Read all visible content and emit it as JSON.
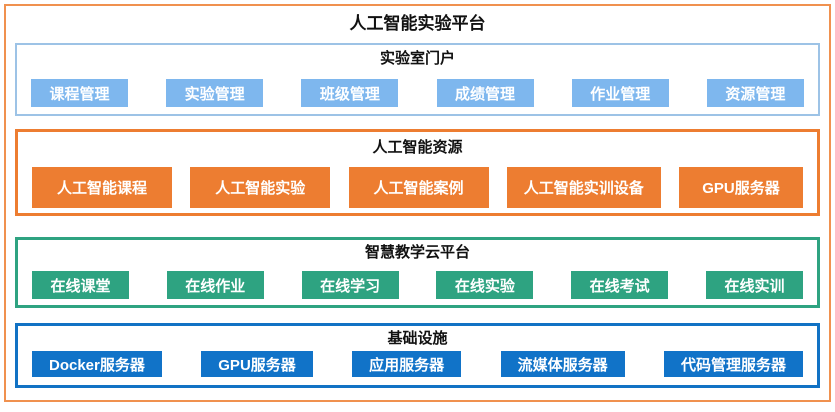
{
  "page": {
    "title": "人工智能实验平台"
  },
  "colors": {
    "outer_border": "#F0914F"
  },
  "sections": [
    {
      "title": "实验室门户",
      "border_color": "#9DC3E6",
      "button_color": "#7EB7EE",
      "items": [
        "课程管理",
        "实验管理",
        "班级管理",
        "成绩管理",
        "作业管理",
        "资源管理"
      ]
    },
    {
      "title": "人工智能资源",
      "border_color": "#ED7D31",
      "button_color": "#ED7D31",
      "items": [
        "人工智能课程",
        "人工智能实验",
        "人工智能案例",
        "人工智能实训设备",
        "GPU服务器"
      ]
    },
    {
      "title": "智慧教学云平台",
      "border_color": "#2EA381",
      "button_color": "#2EA381",
      "items": [
        "在线课堂",
        "在线作业",
        "在线学习",
        "在线实验",
        "在线考试",
        "在线实训"
      ]
    },
    {
      "title": "基础设施",
      "border_color": "#1172C4",
      "button_color": "#1173C8",
      "items": [
        "Docker服务器",
        "GPU服务器",
        "应用服务器",
        "流媒体服务器",
        "代码管理服务器"
      ]
    }
  ]
}
